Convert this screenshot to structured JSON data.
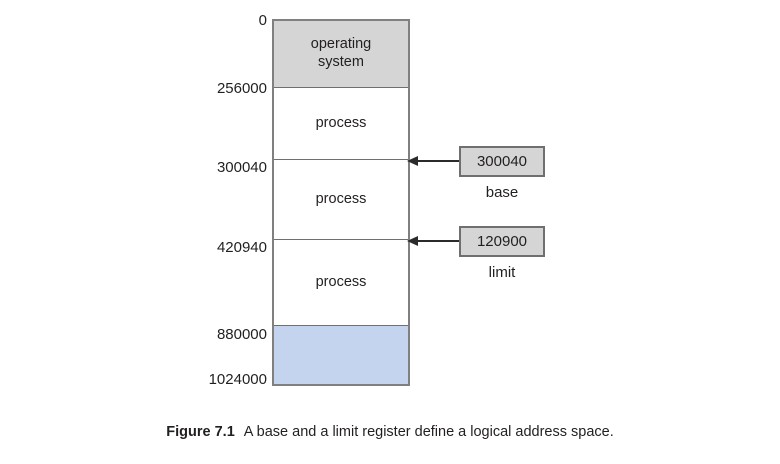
{
  "figure": {
    "number_label": "Figure 7.1",
    "caption_text": "A base and a limit register define a logical address space.",
    "colors": {
      "os_segment": "#d5d5d5",
      "process_segment": "#ffffff",
      "free_segment": "#c4d4ee",
      "border": "#808080",
      "divider": "#6f6f6f",
      "arrow": "#2b2b2b",
      "register_fill": "#d5d5d5",
      "text": "#231f20"
    }
  },
  "memory": {
    "segments": [
      {
        "id": "operating-system",
        "label": "operating\nsystem",
        "label_line1": "operating",
        "label_line2": "system",
        "fill": "#d5d5d5"
      },
      {
        "id": "process-1",
        "label": "process",
        "fill": "#ffffff"
      },
      {
        "id": "process-2",
        "label": "process",
        "fill": "#ffffff"
      },
      {
        "id": "process-3",
        "label": "process",
        "fill": "#ffffff"
      },
      {
        "id": "free-space",
        "label": "",
        "fill": "#c4d4ee"
      }
    ],
    "address_labels": [
      {
        "id": "addr-0",
        "value": "0"
      },
      {
        "id": "addr-256000",
        "value": "256000"
      },
      {
        "id": "addr-300040",
        "value": "300040"
      },
      {
        "id": "addr-420940",
        "value": "420940"
      },
      {
        "id": "addr-880000",
        "value": "880000"
      },
      {
        "id": "addr-1024000",
        "value": "1024000"
      }
    ]
  },
  "registers": [
    {
      "id": "base-register",
      "value": "300040",
      "caption": "base",
      "points_to_address": "300040"
    },
    {
      "id": "limit-register",
      "value": "120900",
      "caption": "limit",
      "points_to_address": "420940"
    }
  ]
}
